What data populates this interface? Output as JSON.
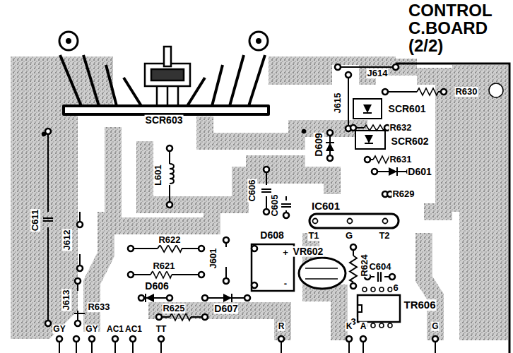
{
  "diagram": {
    "title": "CONTROL C.BOARD (2/2)",
    "labels": [
      "J614",
      "R630",
      "J615",
      "SCR601",
      "R632",
      "SCR603",
      "SCR602",
      "D609",
      "R631",
      "D601",
      "L601",
      "C606",
      "R629",
      "C605",
      "IC601",
      "C611",
      "T1",
      "G",
      "T2",
      "D608",
      "R622",
      "VR602",
      "J612",
      "R624",
      "+",
      "J601",
      "R621",
      "C604",
      "-",
      "6",
      "D606",
      "J613",
      "TR606",
      "R633",
      "R625",
      "D607",
      "3",
      "GY",
      "GY",
      "AC1",
      "AC1",
      "TT",
      "R",
      "K",
      "A",
      "G"
    ]
  }
}
